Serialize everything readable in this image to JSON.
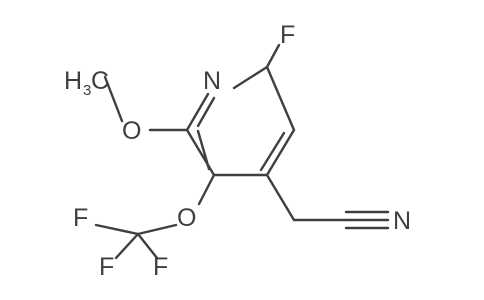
{
  "molecule": {
    "atoms": {
      "fluorine_top": "F",
      "nitrogen_ring": "N",
      "methoxy_h": "H",
      "methoxy_sub": "3",
      "methoxy_c": "C",
      "methoxy_o": "O",
      "ocf3_o": "O",
      "cf3_f_left": "F",
      "cf3_f_bottom": "F",
      "cf3_f_right": "F",
      "nitrile_n": "N"
    }
  }
}
